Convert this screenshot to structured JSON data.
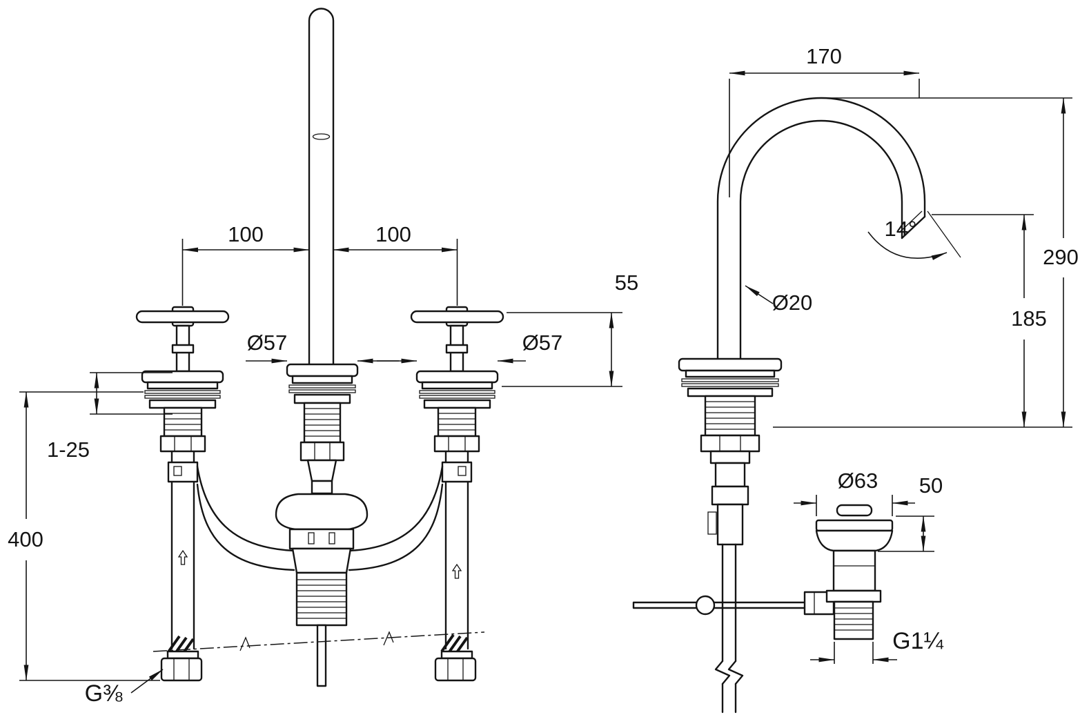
{
  "meta": {
    "title": "Three-hole basin mixer with pop-up waste — dimensional drawing"
  },
  "colors": {
    "line": "#141414",
    "background": "#ffffff"
  },
  "front_view": {
    "dim_left_100": "100",
    "dim_right_100": "100",
    "dim_55": "55",
    "dia_center": "Ø57",
    "dia_right": "Ø57",
    "dim_deck": "1-25",
    "dim_400": "400",
    "thread_supply": "G⅜"
  },
  "side_view": {
    "dim_170": "170",
    "angle": "14°",
    "dim_290": "290",
    "dim_185": "185",
    "dia_spout": "Ø20",
    "dia_waste": "Ø63",
    "dim_50": "50",
    "thread_waste": "G1¼"
  }
}
